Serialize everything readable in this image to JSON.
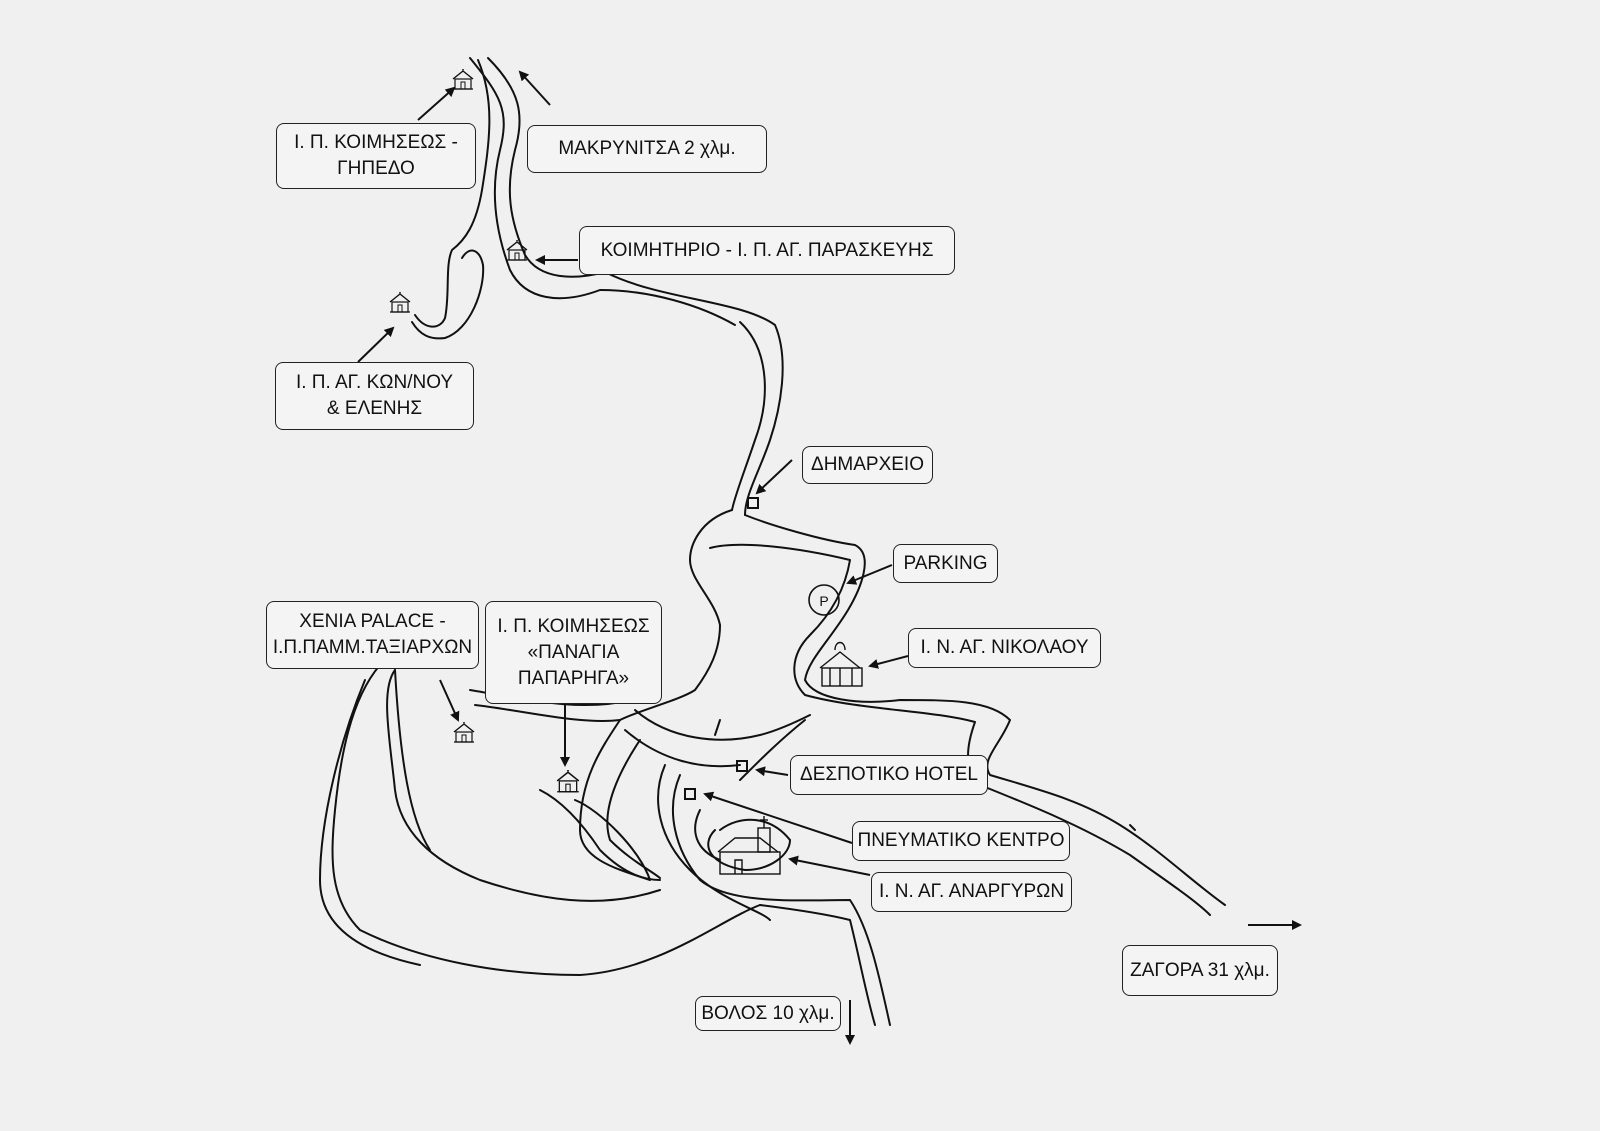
{
  "map": {
    "colors": {
      "background": "#f0f0f0",
      "ink": "#111111",
      "box_fill": "#f4f4f4"
    },
    "labels": {
      "makrynitsa": "ΜΑΚΡΥΝΙΤΣΑ 2 χλμ.",
      "koimiseos_gipedo_1": "Ι. Π. ΚΟΙΜΗΣΕΩΣ -",
      "koimiseos_gipedo_2": "ΓΗΠΕΔΟ",
      "koimitirio": "ΚΟΙΜΗΤΗΡΙΟ - Ι. Π. ΑΓ. ΠΑΡΑΣΚΕΥΗΣ",
      "konnou_1": "Ι. Π. ΑΓ. ΚΩΝ/ΝΟΥ",
      "konnou_2": "& ΕΛΕΝΗΣ",
      "dimarxeio": "ΔΗΜΑΡΧΕΙΟ",
      "parking": "PARKING",
      "nikolaou": "Ι. Ν. ΑΓ. ΝΙΚΟΛΑΟΥ",
      "xenia_1": "ΧΕΝΙΑ PALACE -",
      "xenia_2": "Ι.Π.ΠΑΜΜ.ΤΑΞΙΑΡΧΩΝ",
      "paparigas_1": "Ι. Π. ΚΟΙΜΗΣΕΩΣ",
      "paparigas_2": "«ΠΑΝΑΓΙΑ",
      "paparigas_3": "ΠΑΠΑΡΗΓΑ»",
      "despotiko": "ΔΕΣΠΟΤΙΚΟ HOTEL",
      "pneumatiko": "ΠΝΕΥΜΑΤΙΚΟ ΚΕΝΤΡΟ",
      "anargyron": "Ι. Ν. ΑΓ. ΑΝΑΡΓΥΡΩΝ",
      "zagora": "ΖΑΓΟΡΑ 31 χλμ.",
      "volos": "ΒΟΛΟΣ 10 χλμ."
    },
    "icons": {
      "parking_symbol": "P"
    }
  }
}
